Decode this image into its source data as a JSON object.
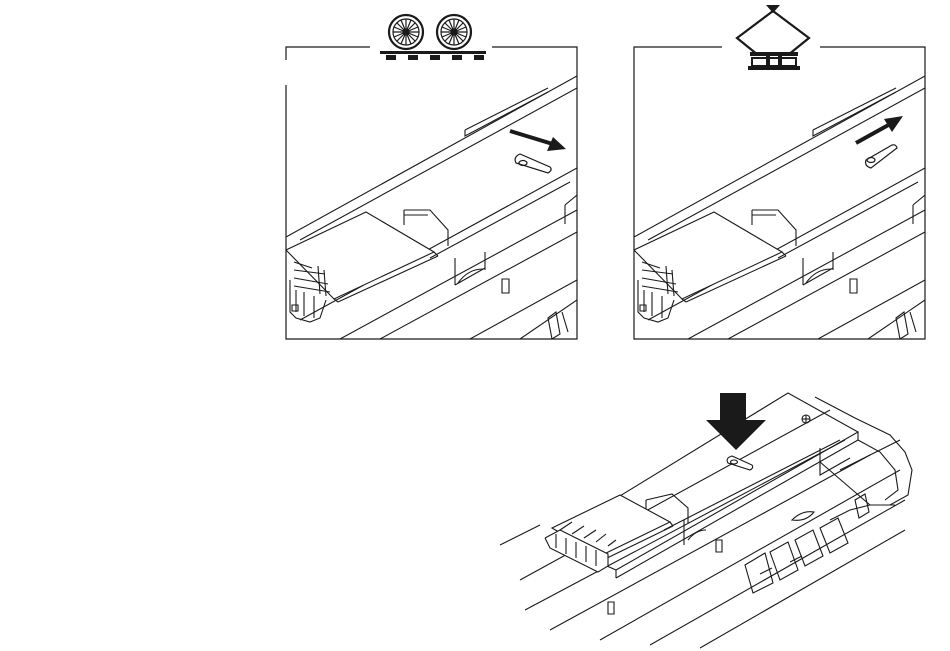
{
  "figure": {
    "panels": [
      {
        "id": "rail-mode",
        "symbol": "wheels-on-track-icon",
        "arrow": "right-down"
      },
      {
        "id": "catenary-mode",
        "symbol": "pantograph-on-rail-icon",
        "arrow": "right-up"
      }
    ],
    "assembly": {
      "symbol": "press-down-arrow-icon"
    },
    "colors": {
      "line": "#1a1a1a",
      "fill": "#ffffff",
      "arrow": "#1a1a1a"
    }
  }
}
